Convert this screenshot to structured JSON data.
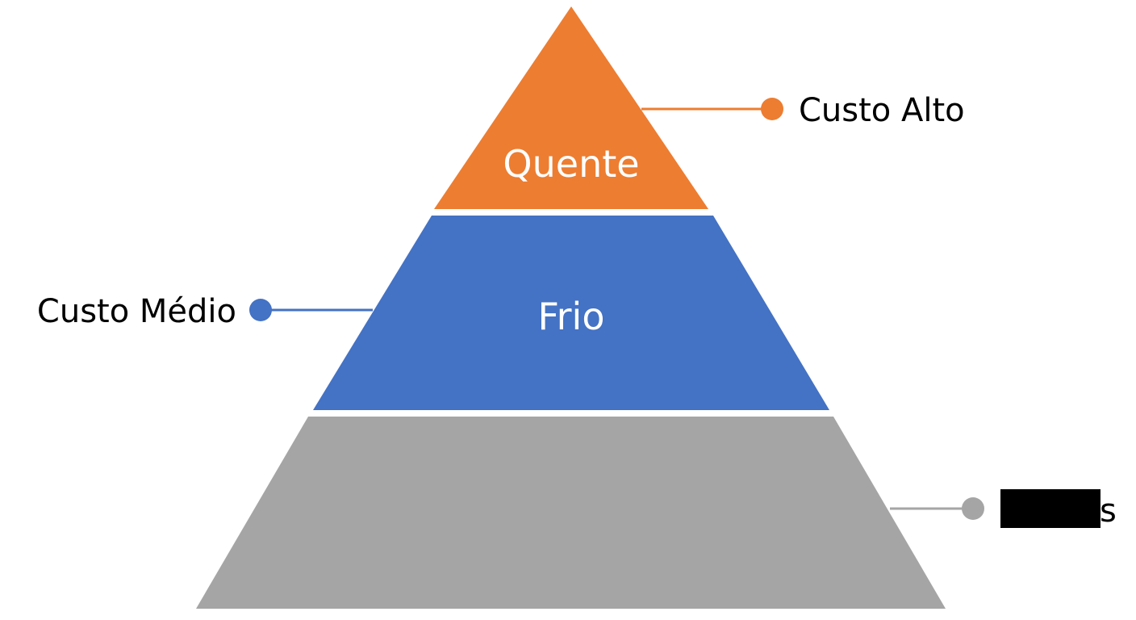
{
  "pyramid": {
    "tiers": [
      {
        "label": "Quente",
        "color": "#ED7D31"
      },
      {
        "label": "Frio",
        "color": "#4472C4"
      },
      {
        "label": "",
        "color": "#A5A5A5"
      }
    ]
  },
  "callouts": [
    {
      "label": "Custo Alto",
      "color": "#ED7D31"
    },
    {
      "label": "Custo Médio",
      "color": "#4472C4"
    },
    {
      "label": "s",
      "color": "#A5A5A5",
      "partially_redacted": true
    }
  ]
}
